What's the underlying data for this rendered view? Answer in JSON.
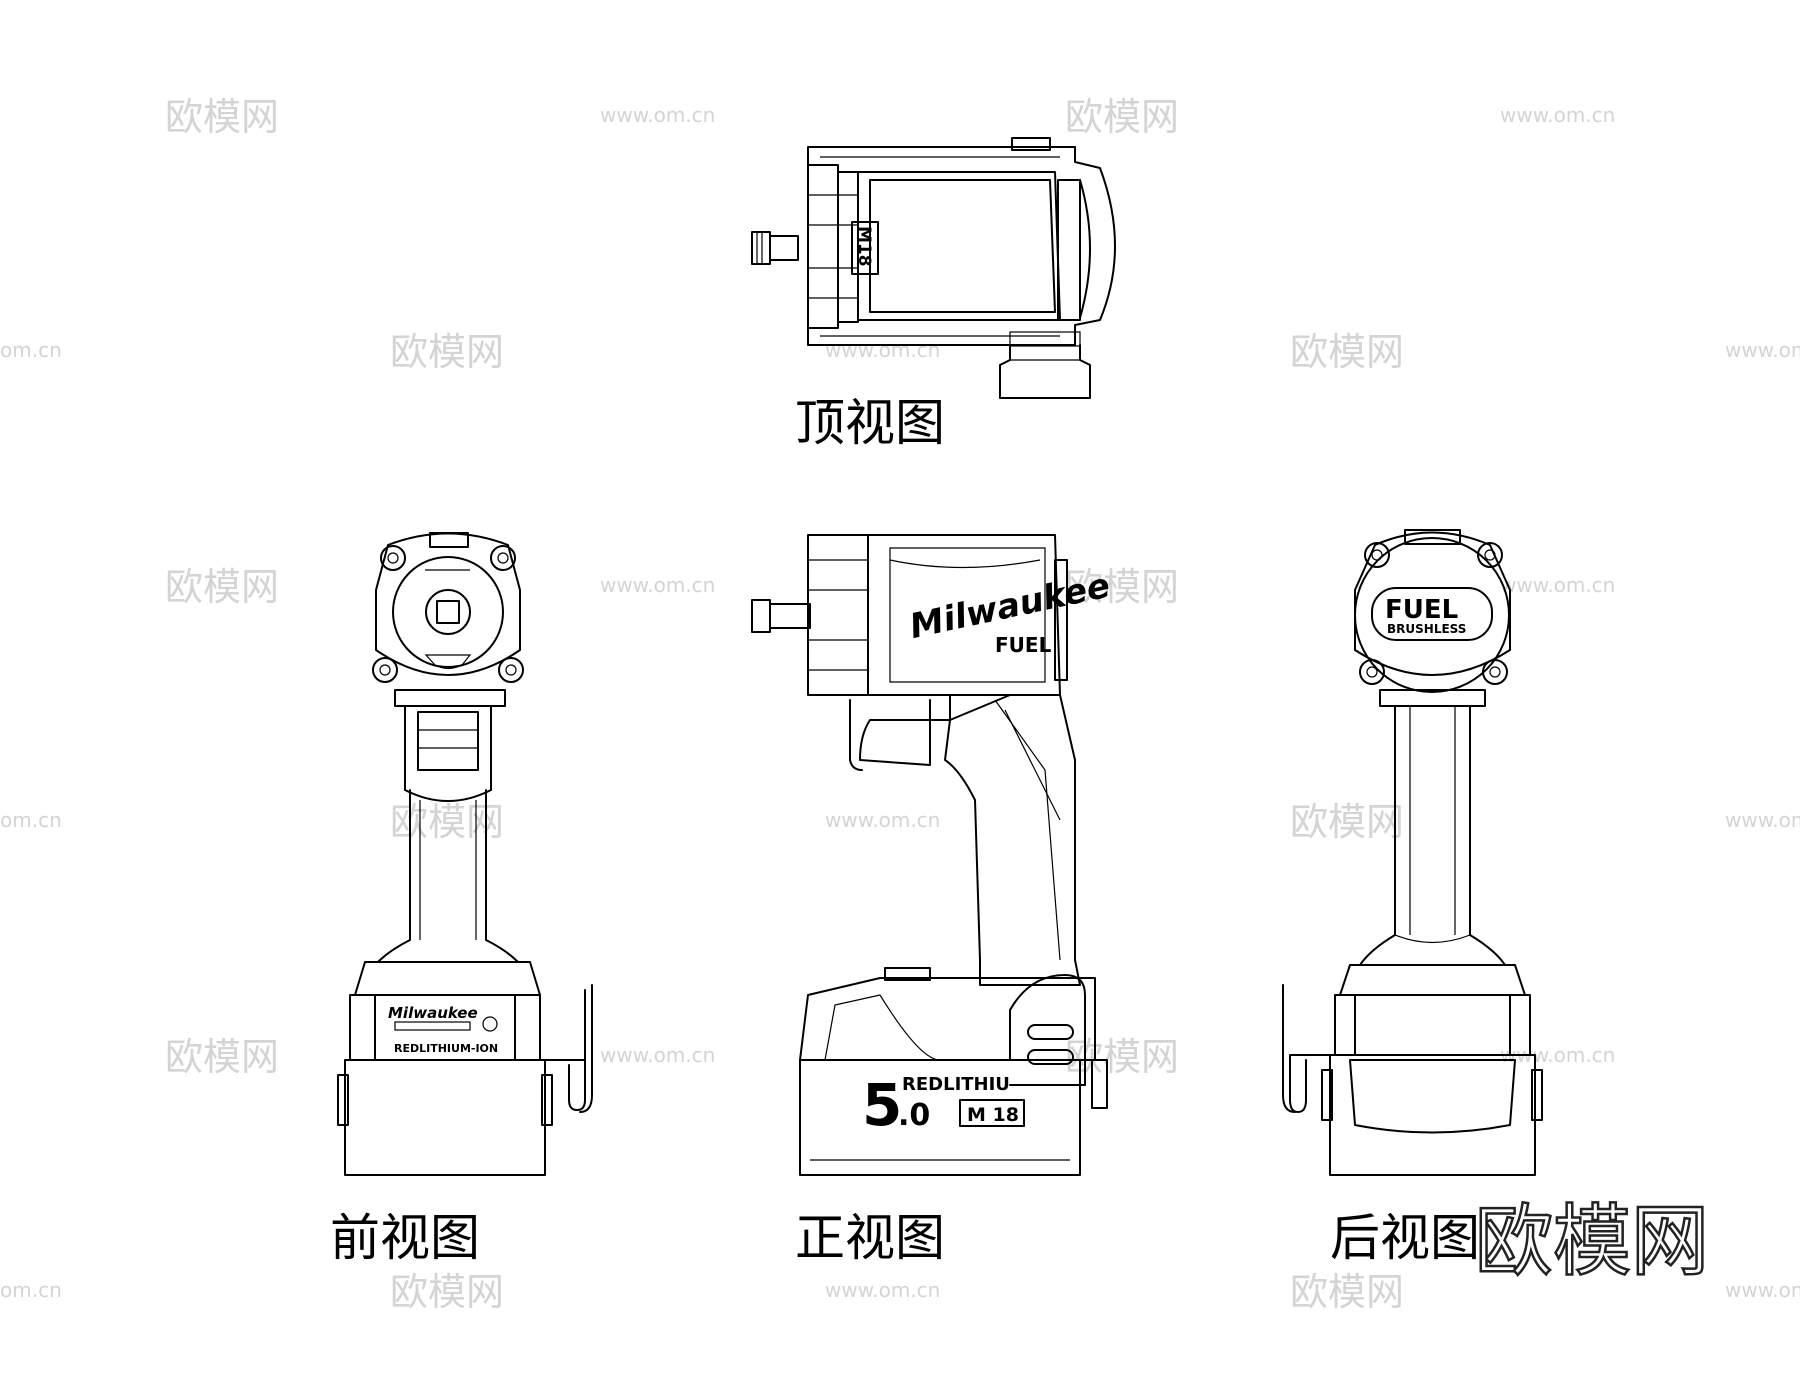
{
  "watermark": {
    "site": "www.om.cn",
    "site_partial": "om.cn",
    "brand_cn": "欧模网"
  },
  "views": {
    "top": "顶视图",
    "front": "前视图",
    "side": "正视图",
    "back": "后视图"
  },
  "markings": {
    "top_model": "M18",
    "side_brand": "Milwaukee",
    "side_fuel": "FUEL",
    "back_fuel": "FUEL",
    "back_brushless": "BRUSHLESS",
    "front_brand": "Milwaukee",
    "front_battery": "REDLITHIUM-ION",
    "battery_capacity_int": "5",
    "battery_capacity_dec": ".0",
    "battery_series": "REDLITHIU",
    "battery_model": "M 18"
  }
}
